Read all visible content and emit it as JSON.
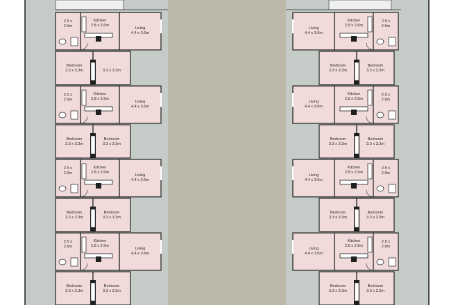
{
  "plan": {
    "colors": {
      "corridor": "#bdb9a8",
      "grass": "#c5ccc8",
      "room": "#f1dada",
      "wall": "#1f1f1f",
      "outline": "#2a2a2a",
      "paving": "#eef0ee"
    },
    "wings": [
      {
        "side": "left",
        "units": [
          {
            "kitchen": {
              "label": "Kitchen",
              "size": "2.8 x 2.6m"
            },
            "living": {
              "label": "Living",
              "size": "4.4 x 3.6m"
            },
            "bath": {
              "label": "2.5 x",
              "size": "2.6m"
            },
            "bedrooms": [
              {
                "label": "Bedroom",
                "size": "3.3 x 3.3m"
              },
              {
                "label": "",
                "size": "3.3 x 3.3m"
              }
            ]
          },
          {
            "kitchen": {
              "label": "Kitchen",
              "size": "2.8 x 2.6m"
            },
            "living": {
              "label": "Living",
              "size": "4.4 x 3.6m"
            },
            "bath": {
              "label": "2.5 x",
              "size": "2.6m"
            },
            "bedrooms": [
              {
                "label": "Bedroom",
                "size": "3.3 x 3.3m"
              },
              {
                "label": "Bedroom",
                "size": "3.3 x 3.3m"
              }
            ]
          },
          {
            "kitchen": {
              "label": "Kitchen",
              "size": "2.8 x 2.6m"
            },
            "living": {
              "label": "Living",
              "size": "4.4 x 3.6m"
            },
            "bath": {
              "label": "2.5 x",
              "size": "2.6m"
            },
            "bedrooms": [
              {
                "label": "Bedroom",
                "size": "3.3 x 3.3m"
              },
              {
                "label": "Bedroom",
                "size": "3.3 x 3.3m"
              }
            ]
          },
          {
            "kitchen": {
              "label": "Kitchen",
              "size": "2.8 x 2.6m"
            },
            "living": {
              "label": "Living",
              "size": "4.4 x 3.6m"
            },
            "bath": {
              "label": "2.5 x",
              "size": "2.6m"
            },
            "bedrooms": [
              {
                "label": "Bedroom",
                "size": "3.3 x 3.3m"
              },
              {
                "label": "Bedroom",
                "size": "3.3 x 3.3m"
              }
            ]
          }
        ]
      },
      {
        "side": "right",
        "units": [
          {
            "kitchen": {
              "label": "Kitchen",
              "size": "2.8 x 2.6m"
            },
            "living": {
              "label": "Living",
              "size": "4.4 x 3.6m"
            },
            "bath": {
              "label": "2.5 x",
              "size": "2.6m"
            },
            "bedrooms": [
              {
                "label": "Bedroom",
                "size": "3.3 x 3.3m"
              },
              {
                "label": "Bedroom",
                "size": "3.3 x 3.3m"
              }
            ]
          },
          {
            "kitchen": {
              "label": "Kitchen",
              "size": "2.8 x 2.6m"
            },
            "living": {
              "label": "Living",
              "size": "4.4 x 3.6m"
            },
            "bath": {
              "label": "2.5 x",
              "size": "2.6m"
            },
            "bedrooms": [
              {
                "label": "Bedroom",
                "size": "3.3 x 3.3m"
              },
              {
                "label": "Bedroom",
                "size": "3.3 x 3.3m"
              }
            ]
          },
          {
            "kitchen": {
              "label": "Kitchen",
              "size": "2.8 x 2.6m"
            },
            "living": {
              "label": "Living",
              "size": "4.4 x 3.6m"
            },
            "bath": {
              "label": "2.5 x",
              "size": "2.6m"
            },
            "bedrooms": [
              {
                "label": "Bedroom",
                "size": "3.3 x 3.3m"
              },
              {
                "label": "Bedroom",
                "size": "3.3 x 3.3m"
              }
            ]
          },
          {
            "kitchen": {
              "label": "Kitchen",
              "size": "2.8 x 2.6m"
            },
            "living": {
              "label": "Living",
              "size": "4.4 x 3.6m"
            },
            "bath": {
              "label": "2.5 x",
              "size": "2.6m"
            },
            "bedrooms": [
              {
                "label": "Bedroom",
                "size": "3.3 x 3.3m"
              },
              {
                "label": "Bedroom",
                "size": "3.3 x 3.3m"
              }
            ]
          }
        ]
      }
    ]
  }
}
